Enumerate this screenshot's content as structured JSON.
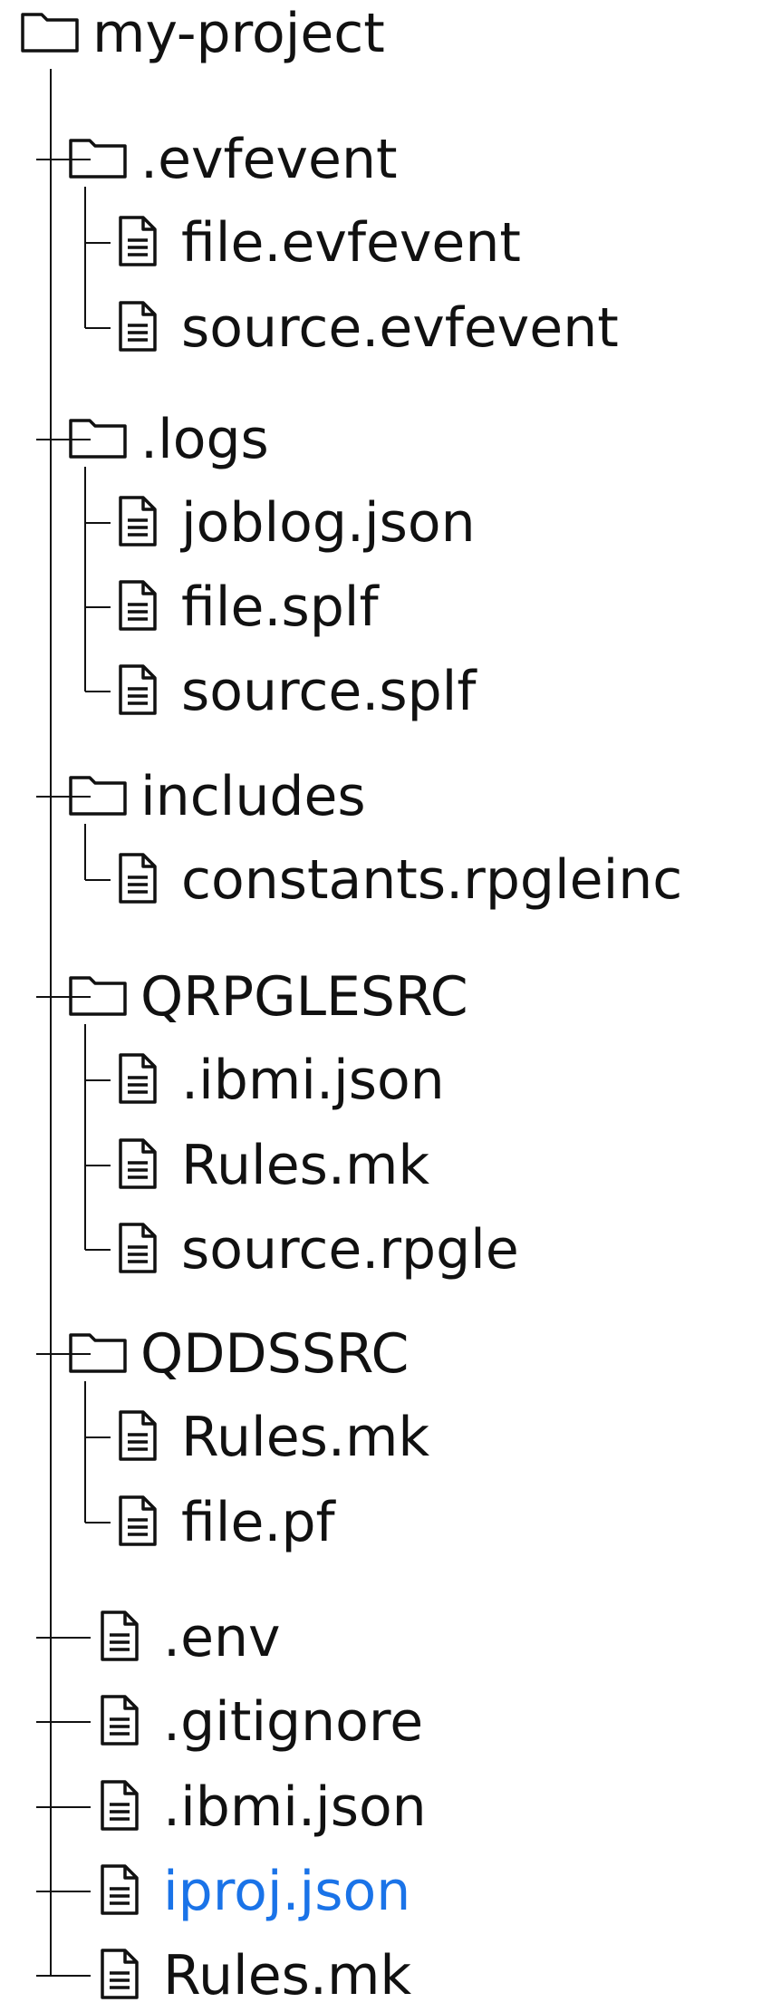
{
  "colors": {
    "text": "#111111",
    "line": "#111111",
    "highlight": "#1a73e8"
  },
  "tree": {
    "name": "my-project",
    "type": "folder",
    "children": [
      {
        "name": ".evfevent",
        "type": "folder",
        "children": [
          {
            "name": "file.evfevent",
            "type": "file"
          },
          {
            "name": "source.evfevent",
            "type": "file"
          }
        ]
      },
      {
        "name": ".logs",
        "type": "folder",
        "children": [
          {
            "name": "joblog.json",
            "type": "file"
          },
          {
            "name": "file.splf",
            "type": "file"
          },
          {
            "name": "source.splf",
            "type": "file"
          }
        ]
      },
      {
        "name": "includes",
        "type": "folder",
        "children": [
          {
            "name": "constants.rpgleinc",
            "type": "file"
          }
        ]
      },
      {
        "name": "QRPGLESRC",
        "type": "folder",
        "children": [
          {
            "name": ".ibmi.json",
            "type": "file"
          },
          {
            "name": "Rules.mk",
            "type": "file"
          },
          {
            "name": "source.rpgle",
            "type": "file"
          }
        ]
      },
      {
        "name": "QDDSSRC",
        "type": "folder",
        "children": [
          {
            "name": "Rules.mk",
            "type": "file"
          },
          {
            "name": "file.pf",
            "type": "file"
          }
        ]
      },
      {
        "name": ".env",
        "type": "file"
      },
      {
        "name": ".gitignore",
        "type": "file"
      },
      {
        "name": ".ibmi.json",
        "type": "file"
      },
      {
        "name": "iproj.json",
        "type": "file",
        "highlight": true
      },
      {
        "name": "Rules.mk",
        "type": "file"
      }
    ]
  }
}
